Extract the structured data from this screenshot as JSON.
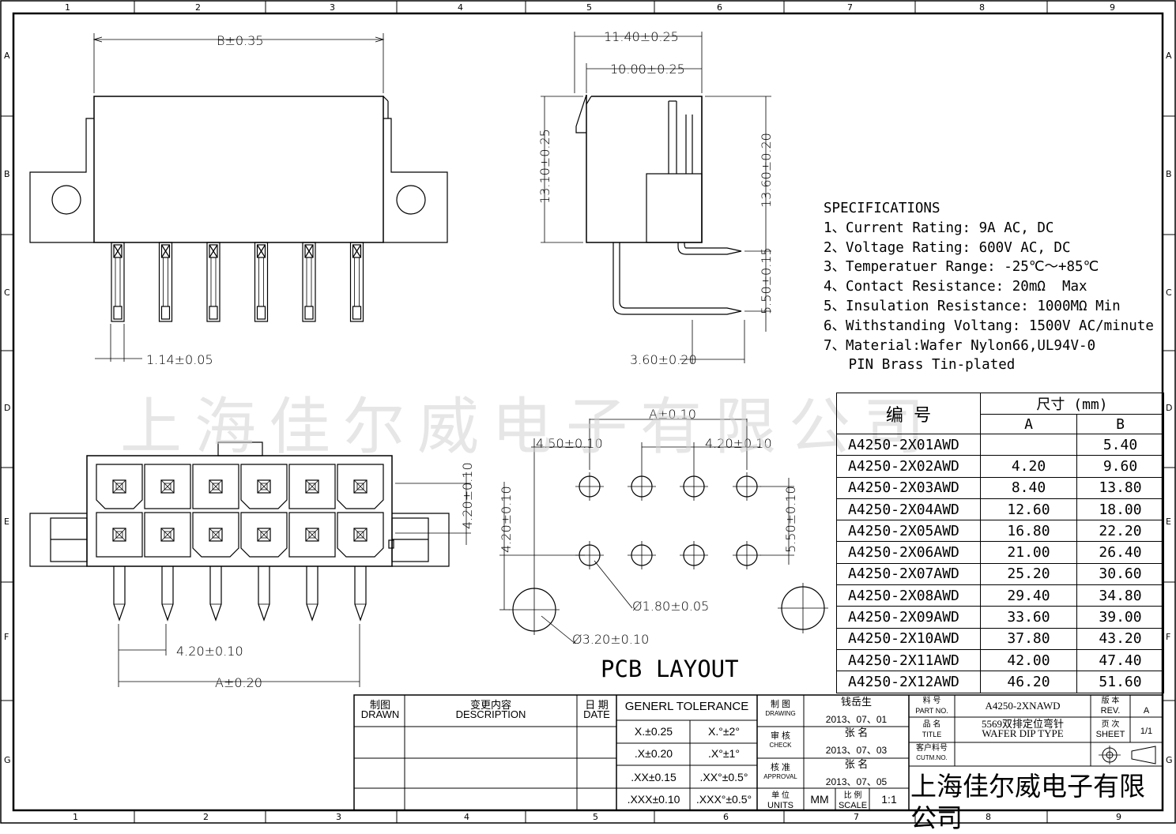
{
  "frame": {
    "cols": [
      "1",
      "2",
      "3",
      "4",
      "5",
      "6",
      "7",
      "8",
      "9"
    ],
    "rows": [
      "A",
      "B",
      "C",
      "D",
      "E",
      "F",
      "G"
    ]
  },
  "dims": {
    "b_035": "B±0.35",
    "w_1140": "11.40±0.25",
    "w_1000": "10.00±0.25",
    "h_1310": "13.10±0.25",
    "h_1360": "13.60±0.20",
    "h_550a": "5.50±0.15",
    "pin_114": "1.14±0.05",
    "w_360": "3.60±0.20",
    "a_010": "A±0.10",
    "p_450": "4.50±0.10",
    "p_420a": "4.20±0.10",
    "p_420b": "4.20±0.10",
    "p_420c": "4.20±0.10",
    "p_420d": "4.20±0.10",
    "p_550b": "5.50±0.10",
    "d_180": "Ø1.80±0.05",
    "d_320": "Ø3.20±0.10",
    "a_020": "A±0.20"
  },
  "pcb_layout": "PCB LAYOUT",
  "specs": {
    "heading": "SPECIFICATIONS",
    "lines": [
      "1、Current Rating: 9A AC, DC",
      "2、Voltage Rating: 600V AC, DC",
      "3、Temperatuer Range: -25℃～+85℃",
      "4、Contact Resistance: 20mΩ  Max",
      "5、Insulation Resistance: 1000MΩ Min",
      "6、Withstanding Voltang: 1500V AC/minute",
      "7、Material:Wafer Nylon66,UL94V-0",
      "   PIN Brass Tin-plated"
    ]
  },
  "table": {
    "h_part": "编  号",
    "h_size": "尺寸 (mm)",
    "h_a": "A",
    "h_b": "B",
    "rows": [
      {
        "part": "A4250-2X01AWD",
        "a": "",
        "b": "5.40"
      },
      {
        "part": "A4250-2X02AWD",
        "a": "4.20",
        "b": "9.60"
      },
      {
        "part": "A4250-2X03AWD",
        "a": "8.40",
        "b": "13.80"
      },
      {
        "part": "A4250-2X04AWD",
        "a": "12.60",
        "b": "18.00"
      },
      {
        "part": "A4250-2X05AWD",
        "a": "16.80",
        "b": "22.20"
      },
      {
        "part": "A4250-2X06AWD",
        "a": "21.00",
        "b": "26.40"
      },
      {
        "part": "A4250-2X07AWD",
        "a": "25.20",
        "b": "30.60"
      },
      {
        "part": "A4250-2X08AWD",
        "a": "29.40",
        "b": "34.80"
      },
      {
        "part": "A4250-2X09AWD",
        "a": "33.60",
        "b": "39.00"
      },
      {
        "part": "A4250-2X10AWD",
        "a": "37.80",
        "b": "43.20"
      },
      {
        "part": "A4250-2X11AWD",
        "a": "42.00",
        "b": "47.40"
      },
      {
        "part": "A4250-2X12AWD",
        "a": "46.20",
        "b": "51.60"
      }
    ]
  },
  "watermark": "上海佳尔威电子有限公司",
  "title_block": {
    "drawn_cn": "制图",
    "drawn_en": "DRAWN",
    "desc_cn": "变更内容",
    "desc_en": "DESCRIPTION",
    "date_cn": "日 期",
    "date_en": "DATE",
    "tolerance": "GENERL TOLERANCE",
    "tol": [
      [
        "X.±0.25",
        "X.°±2°"
      ],
      [
        ".X±0.20",
        ".X°±1°"
      ],
      [
        ".XX±0.15",
        ".XX°±0.5°"
      ],
      [
        ".XXX±0.10",
        ".XXX°±0.5°"
      ]
    ],
    "drawing_cn": "制 图",
    "drawing_en": "DRAWING",
    "drawer": "钱岳生",
    "drawing_date": "2013、07、01",
    "check_cn": "审 核",
    "check_en": "CHECK",
    "checker": "张 名",
    "check_date": "2013、07、03",
    "approval_cn": "核 准",
    "approval_en": "APPROVAL",
    "approver": "张 名",
    "approval_date": "2013、07、05",
    "units_cn": "单 位",
    "units_en": "UNITS",
    "units": "MM",
    "scale_cn": "比 例",
    "scale_en": "SCALE",
    "scale": "1:1",
    "partno_cn": "料 号",
    "partno_en": "PART NO.",
    "partno": "A4250-2XNAWD",
    "rev_cn": "版 本",
    "rev_en": "REV.",
    "rev": "A",
    "title_cn": "品 名",
    "title_en": "TITLE",
    "title1": "5569双排定位弯针",
    "title2": "WAFER DIP TYPE",
    "sheet_cn": "页 次",
    "sheet_en": "SHEET",
    "sheet": "1/1",
    "cust_cn": "客户料号",
    "cust_en": "CUTM.NO.",
    "company": "上海佳尔威电子有限公司"
  }
}
